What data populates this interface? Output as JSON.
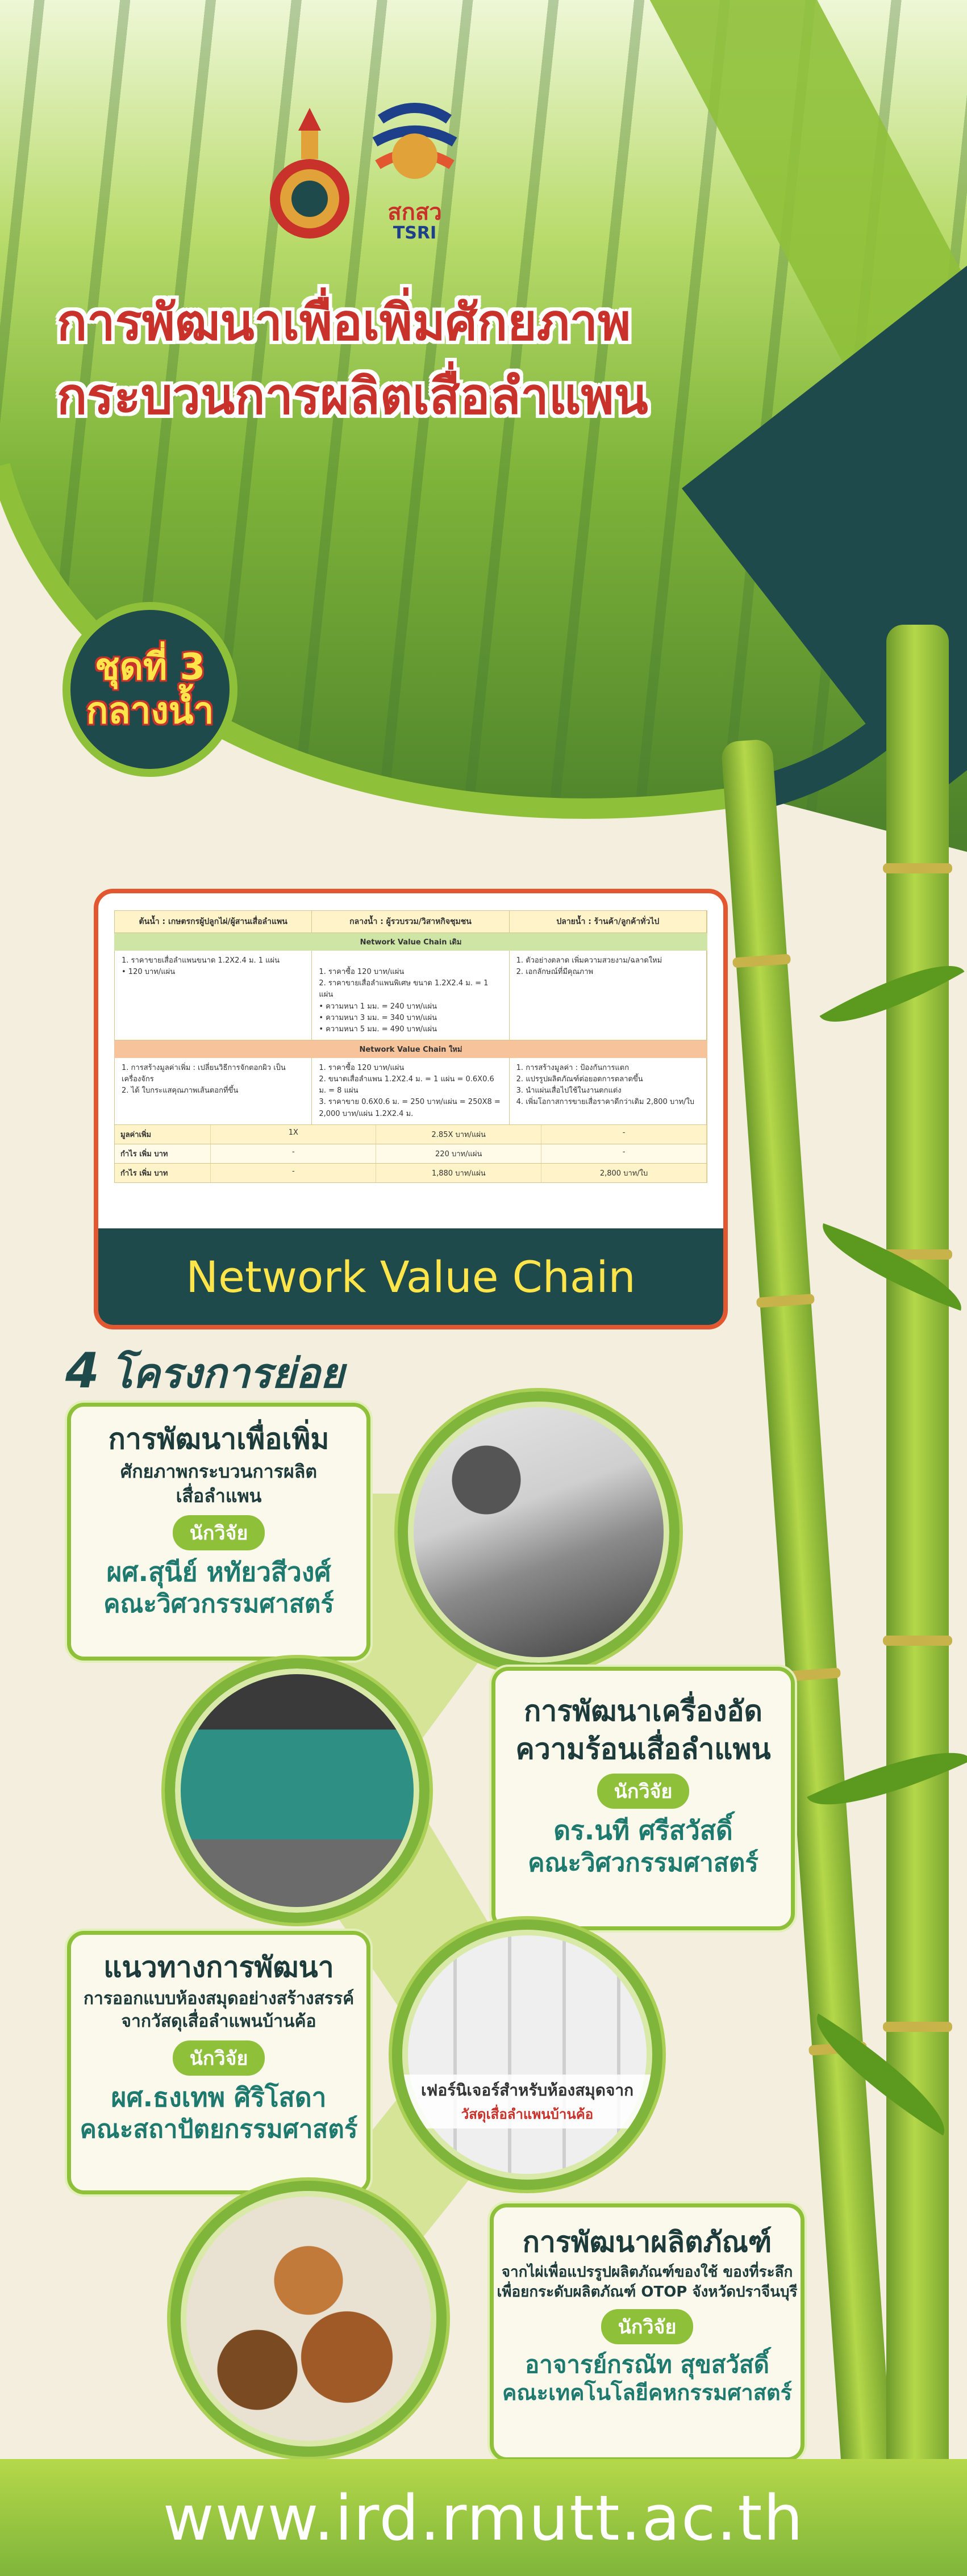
{
  "header": {
    "title_line1": "การพัฒนาเพื่อเพิ่มศักยภาพ",
    "title_line2": "กระบวนการผลิตเสื่อลำแพน",
    "tsri_logo_text": "สกสว",
    "tsri_logo_text2": "TSRI"
  },
  "badge": {
    "line1": "ชุดที่ 3",
    "line2": "กลางน้ำ"
  },
  "network_value_chain": {
    "columns": [
      "ต้นน้ำ : เกษตรกรผู้ปลูกไผ่/ผู้สานเสื่อลำแพน",
      "กลางน้ำ : ผู้รวบรวม/วิสาหกิจชุมชน",
      "ปลายน้ำ : ร้านค้า/ลูกค้าทั่วไป"
    ],
    "old_label": "Network Value Chain เดิม",
    "new_label": "Network Value Chain ใหม่",
    "old_rows": [
      "1. ราคาขายเสื่อลำแพนขนาด 1.2X2.4 ม. 1 แผ่น\n• 120 บาท/แผ่น",
      "1. ราคาซื้อ 120 บาท/แผ่น\n2. ราคาขายเสื่อลำแพนพิเศษ ขนาด 1.2X2.4 ม. = 1 แผ่น\n• ความหนา 1 มม. = 240 บาท/แผ่น\n• ความหนา 3 มม. = 340 บาท/แผ่น\n• ความหนา 5 มม. = 490 บาท/แผ่น",
      "1. ตัวอย่างตลาด เพิ่มความสวยงาม/ฉลาดใหม่\n2. เอกลักษณ์ที่มีคุณภาพ"
    ],
    "old_rows_highlight": "ความหนา 3 มม. = 340 บาท/แผ่น",
    "new_rows": [
      "1. การสร้างมูลค่าเพิ่ม : เปลี่ยนวิธีการจักตอกผิว เป็นเครื่องจักร\n2. ได้ ใบกระแสคุณภาพเส้นตอกที่ขึ้น",
      "1. ราคาซื้อ 120 บาท/แผ่น\n2. ขนาดเสื่อลำแพน 1.2X2.4 ม. = 1 แผ่น = 0.6X0.6 ม. = 8 แผ่น\n3. ราคาขาย 0.6X0.6 ม. = 250 บาท/แผ่น = 250X8 = 2,000 บาท/แผ่น 1.2X2.4 ม.",
      "1. การสร้างมูลค่า : ป้องกันการแตก\n2. แปรรูปผลิตภัณฑ์ต่อยอดการตลาดขึ้น\n3. นำแผ่นเสื่อไปใช้ในงานตกแต่ง\n4. เพิ่มโอกาสการขายเสื่อราคาดีกว่าเดิม 2,800 บาท/ใบ"
    ],
    "summary_rows": [
      {
        "label": "มูลค่าเพิ่ม",
        "c1": "1X",
        "c2": "2.85X บาท/แผ่น",
        "c3": "-"
      },
      {
        "label": "กำไร เพิ่ม บาท",
        "c1": "-",
        "c2": "220 บาท/แผ่น",
        "c3": "-"
      },
      {
        "label": "กำไร เพิ่ม บาท",
        "c1": "-",
        "c2": "1,880 บาท/แผ่น",
        "c3": "2,800 บาท/ใบ"
      }
    ],
    "footer_title": "Network Value Chain"
  },
  "subprojects": {
    "count": "4",
    "heading": "โครงการย่อย",
    "items": [
      {
        "title": "การพัฒนาเพื่อเพิ่ม",
        "subtitle_line1": "ศักยภาพกระบวนการผลิต",
        "subtitle_line2": "เสื่อลำแพน",
        "researcher_label": "นักวิจัย",
        "researcher": "ผศ.สุนีย์ หทัยวสีวงศ์",
        "faculty": "คณะวิศวกรรมศาสตร์"
      },
      {
        "title_line1": "การพัฒนาเครื่องอัด",
        "title_line2": "ความร้อนเสื่อลำแพน",
        "researcher_label": "นักวิจัย",
        "researcher": "ดร.นที ศรีสวัสดิ์",
        "faculty": "คณะวิศวกรรมศาสตร์"
      },
      {
        "title": "แนวทางการพัฒนา",
        "subtitle_line1": "การออกแบบห้องสมุดอย่างสร้างสรรค์",
        "subtitle_line2": "จากวัสดุเสื่อลำแพนบ้านค้อ",
        "researcher_label": "นักวิจัย",
        "researcher": "ผศ.ธงเทพ ศิริโสดา",
        "faculty": "คณะสถาปัตยกรรมศาสตร์"
      },
      {
        "title": "การพัฒนาผลิตภัณฑ์",
        "subtitle_line1": "จากไผ่เพื่อแปรรูปผลิตภัณฑ์ของใช้ ของที่ระลึก",
        "subtitle_line2": "เพื่อยกระดับผลิตภัณฑ์ OTOP จังหวัดปราจีนบุรี",
        "researcher_label": "นักวิจัย",
        "researcher": "อาจารย์กรณัท สุขสวัสดิ์",
        "faculty": "คณะเทคโนโลยีคหกรรมศาสตร์"
      }
    ],
    "photo3_caption_line1": "เฟอร์นิเจอร์สำหรับห้องสมุดจาก",
    "photo3_caption_line2": "วัสดุเสื่อลำแพนบ้านค้อ"
  },
  "footer": {
    "url": "www.ird.rmutt.ac.th"
  },
  "colors": {
    "dark_teal": "#1e4a4b",
    "bamboo_green": "#8fc03a",
    "title_red": "#c8322a",
    "accent_yellow": "#ffe44a"
  }
}
